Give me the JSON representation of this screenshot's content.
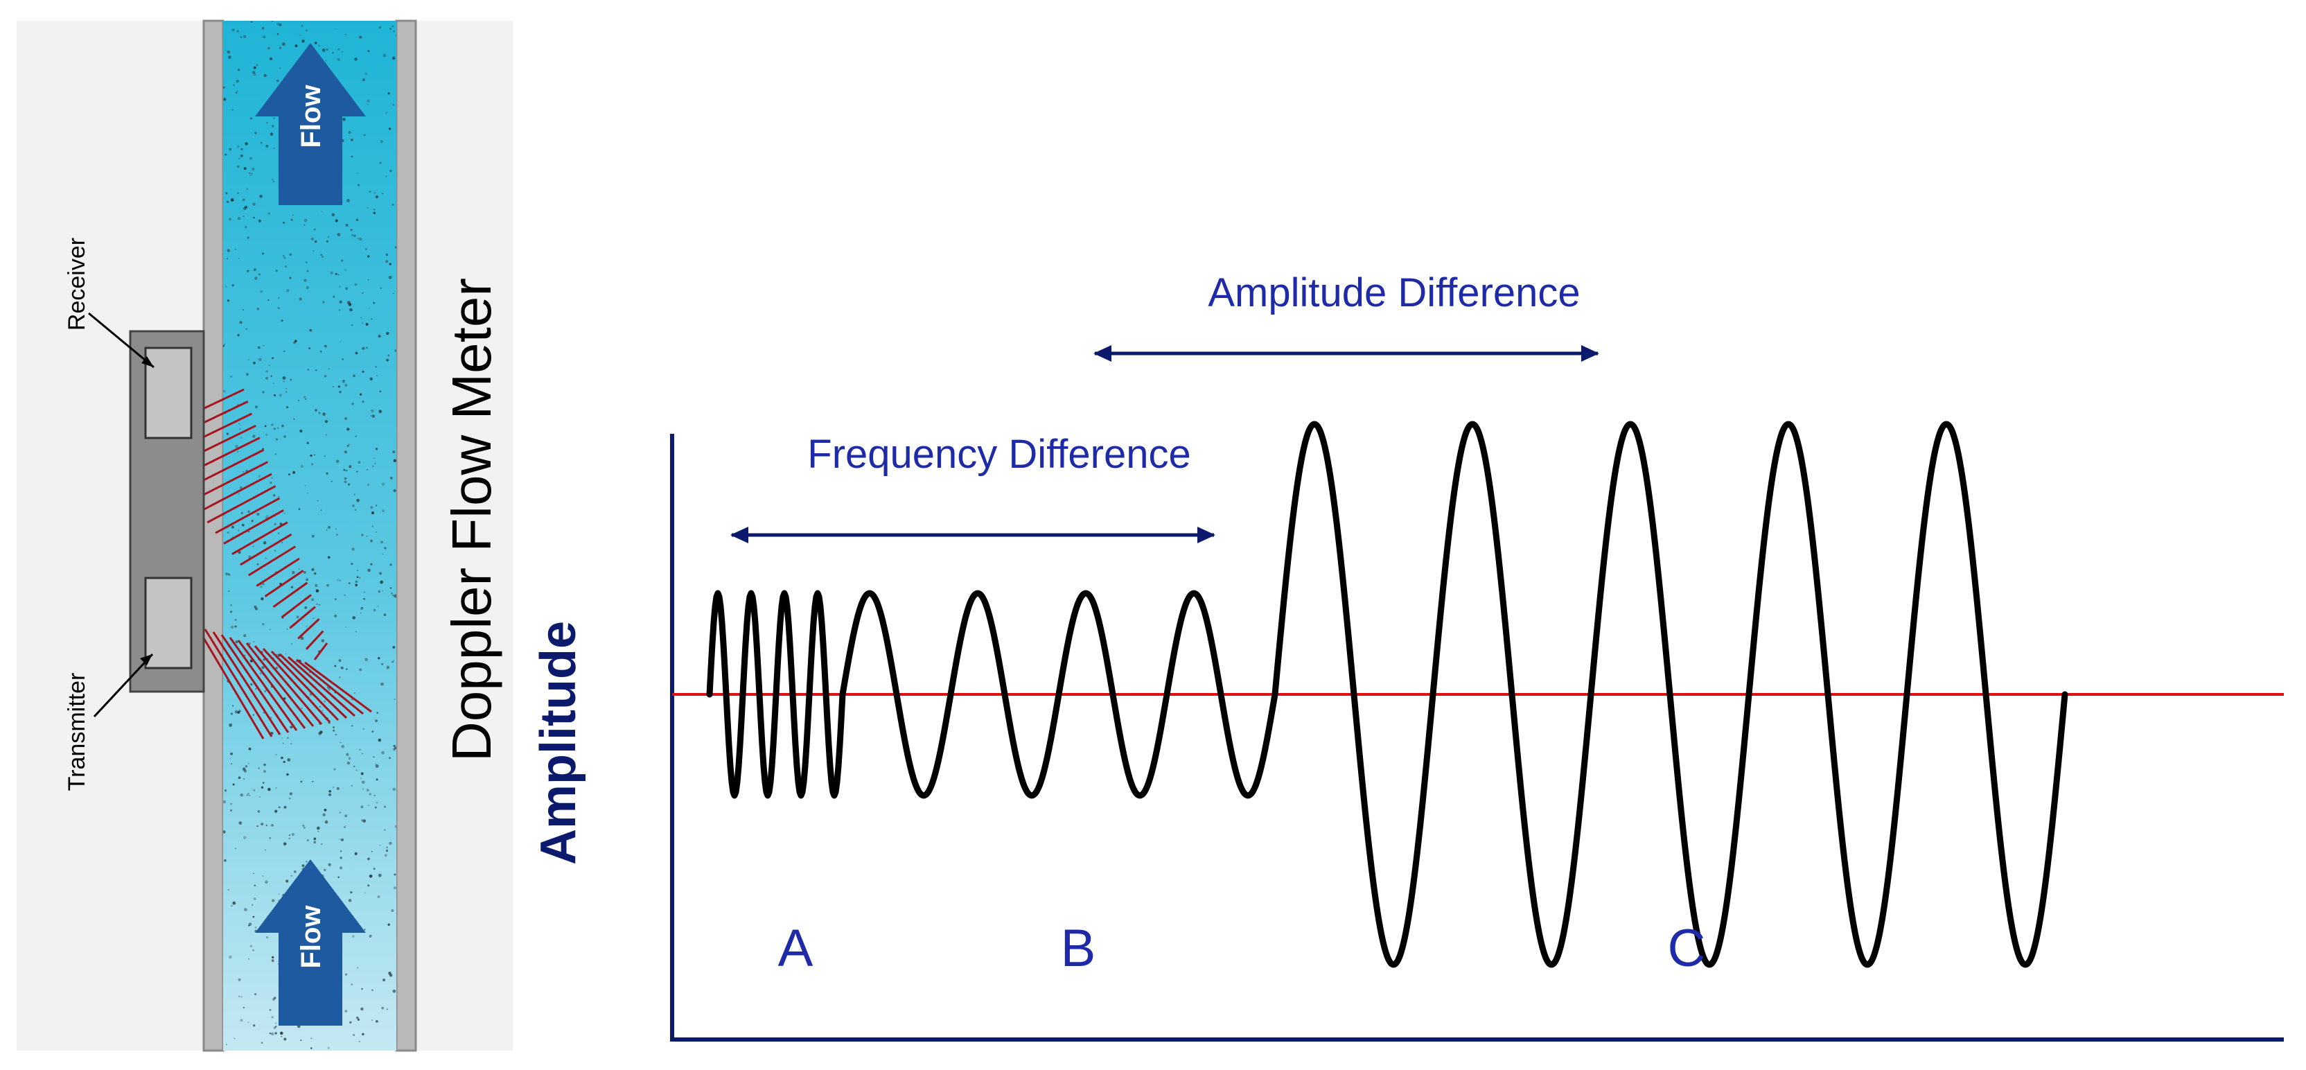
{
  "meter_panel": {
    "title": "Doppler Flow Meter",
    "flow_label": "Flow",
    "receiver_label": "Receiver",
    "transmitter_label": "Transmitter"
  },
  "signal_plot": {
    "y_axis_label": "Amplitude",
    "frequency_difference_label": "Frequency Difference",
    "amplitude_difference_label": "Amplitude Difference",
    "region_labels": [
      "A",
      "B",
      "C"
    ]
  },
  "colors": {
    "pipe_fluid": "#36bcd8",
    "flow_arrow": "#1e5aa0",
    "beam": "#a8141e",
    "axis": "#0c1a6e",
    "baseline": "#e01010",
    "waveform": "#000000",
    "label_text": "#1e2aa8"
  }
}
